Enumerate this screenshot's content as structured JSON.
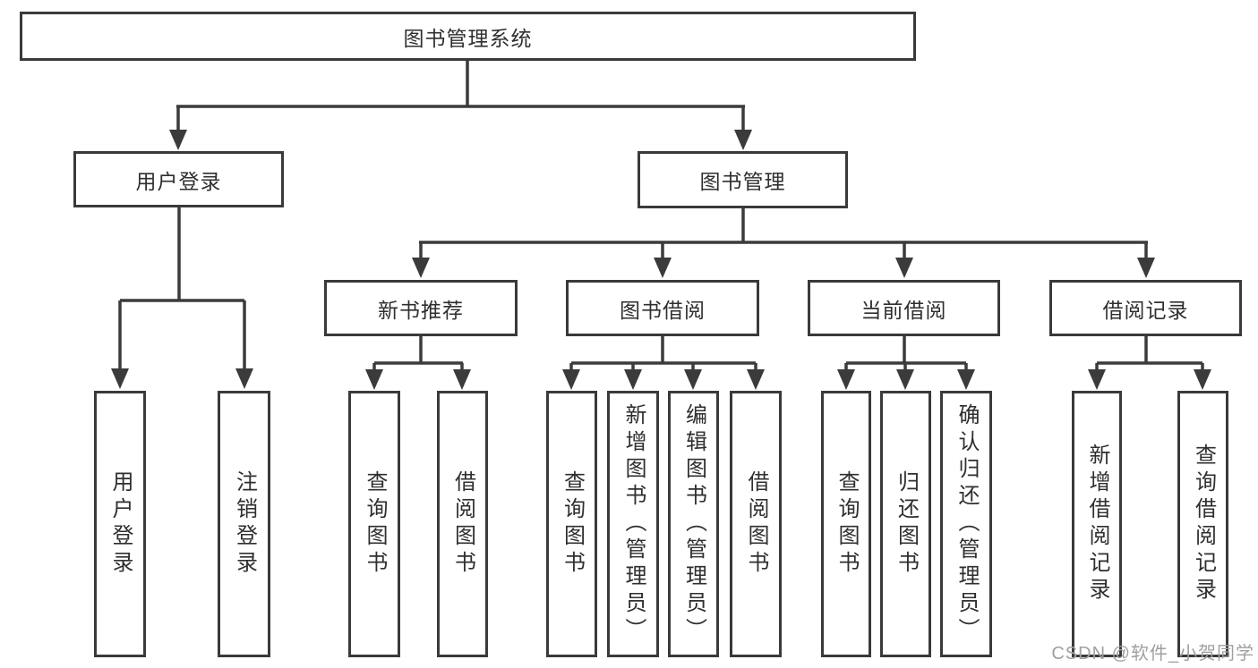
{
  "diagram": {
    "root_label": "图书管理系统",
    "user_login": {
      "label": "用户登录",
      "leaves": [
        "用户登录",
        "注销登录"
      ]
    },
    "book_management": {
      "label": "图书管理",
      "groups": [
        {
          "label": "新书推荐",
          "leaves": [
            "查询图书",
            "借阅图书"
          ]
        },
        {
          "label": "图书借阅",
          "leaves": [
            "查询图书",
            "新增图书（管理员）",
            "编辑图书（管理员）",
            "借阅图书"
          ]
        },
        {
          "label": "当前借阅",
          "leaves": [
            "查询图书",
            "归还图书",
            "确认归还（管理员）"
          ]
        },
        {
          "label": "借阅记录",
          "leaves": [
            "新增借阅记录",
            "查询借阅记录"
          ]
        }
      ]
    }
  },
  "watermark": {
    "text": "CSDN @软件_小贺同学",
    "color": "#a0a0a0"
  },
  "colors": {
    "line": "#3b3b3b",
    "text": "#2f2f2f",
    "background": "#ffffff"
  }
}
